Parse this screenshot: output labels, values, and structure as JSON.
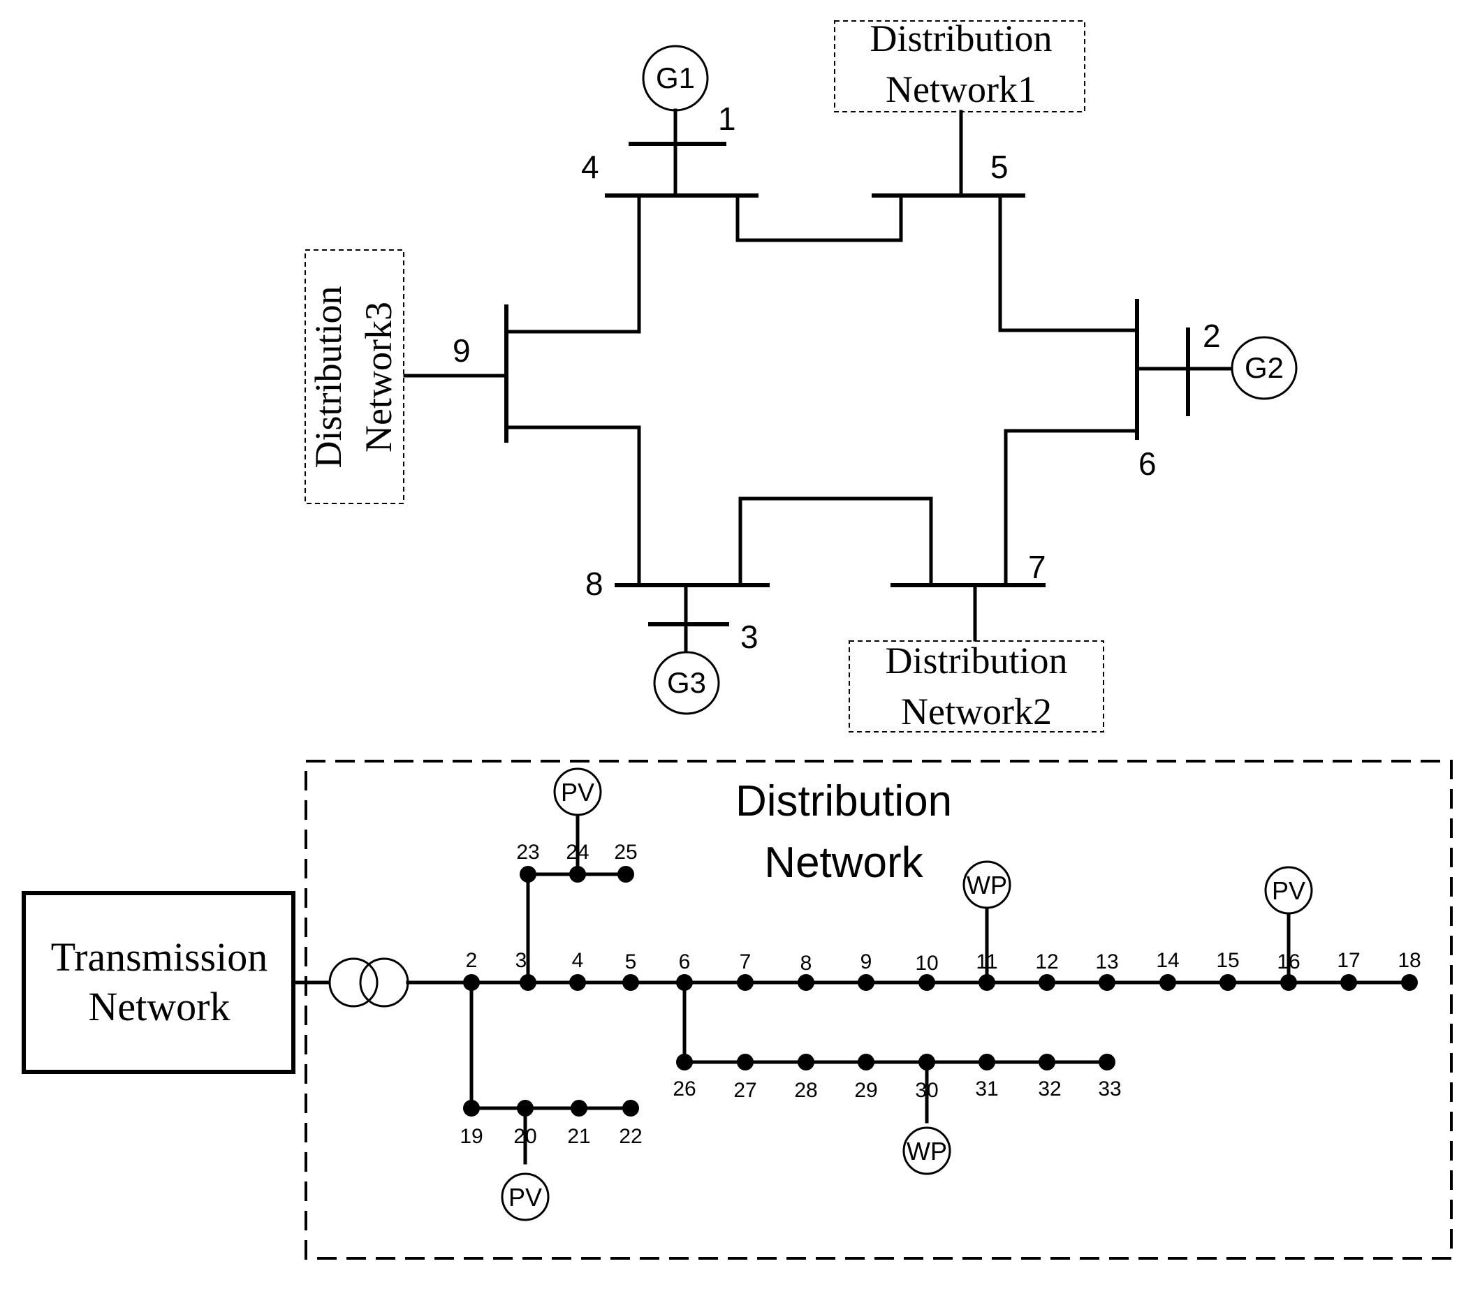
{
  "transmission": {
    "buses": {
      "b1": "1",
      "b2": "2",
      "b3": "3",
      "b4": "4",
      "b5": "5",
      "b6": "6",
      "b7": "7",
      "b8": "8",
      "b9": "9"
    },
    "generators": {
      "g1": "G1",
      "g2": "G2",
      "g3": "G3"
    },
    "dn1": {
      "line1": "Distribution",
      "line2": "Network1"
    },
    "dn2": {
      "line1": "Distribution",
      "line2": "Network2"
    },
    "dn3": {
      "line1": "Distribution",
      "line2": "Network3"
    }
  },
  "transmission_box": {
    "line1": "Transmission",
    "line2": "Network"
  },
  "distribution": {
    "title_line1": "Distribution",
    "title_line2": "Network",
    "nodes": {
      "n2": "2",
      "n3": "3",
      "n4": "4",
      "n5": "5",
      "n6": "6",
      "n7": "7",
      "n8": "8",
      "n9": "9",
      "n10": "10",
      "n11": "11",
      "n12": "12",
      "n13": "13",
      "n14": "14",
      "n15": "15",
      "n16": "16",
      "n17": "17",
      "n18": "18",
      "n19": "19",
      "n20": "20",
      "n21": "21",
      "n22": "22",
      "n23": "23",
      "n24": "24",
      "n25": "25",
      "n26": "26",
      "n27": "27",
      "n28": "28",
      "n29": "29",
      "n30": "30",
      "n31": "31",
      "n32": "32",
      "n33": "33"
    },
    "sources": {
      "pv24": "PV",
      "pv20": "PV",
      "pv16": "PV",
      "wp11": "WP",
      "wp30": "WP"
    }
  }
}
